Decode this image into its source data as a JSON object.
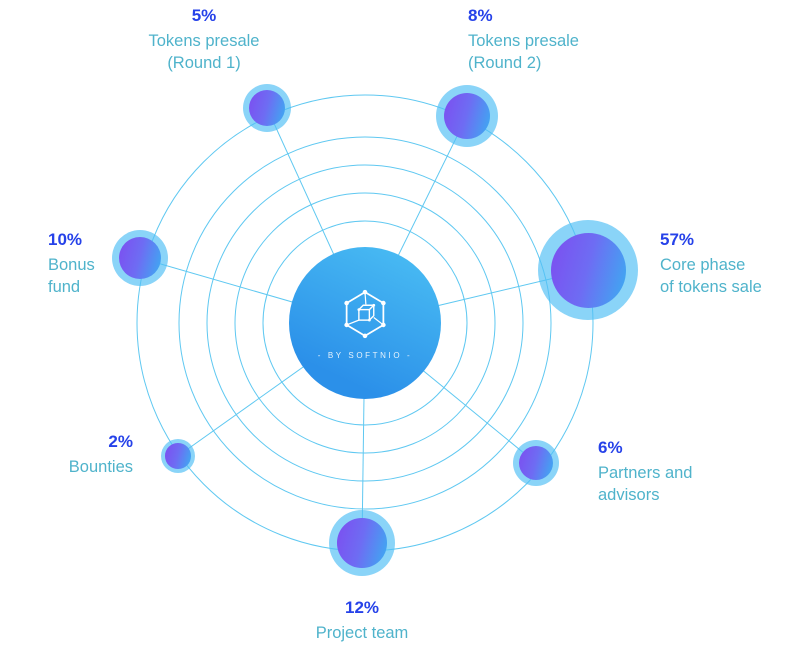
{
  "diagram": {
    "center": {
      "brand": "- BY SOFTNIO -",
      "icon": "network-hexagon-icon"
    },
    "nodes": [
      {
        "id": "presale-round-1",
        "percent": "5%",
        "label": "Tokens presale\n(Round 1)"
      },
      {
        "id": "presale-round-2",
        "percent": "8%",
        "label": "Tokens presale\n(Round 2)"
      },
      {
        "id": "core-phase",
        "percent": "57%",
        "label": "Core phase\nof tokens sale"
      },
      {
        "id": "partners",
        "percent": "6%",
        "label": "Partners and\nadvisors"
      },
      {
        "id": "project-team",
        "percent": "12%",
        "label": "Project team"
      },
      {
        "id": "bounties",
        "percent": "2%",
        "label": "Bounties"
      },
      {
        "id": "bonus-fund",
        "percent": "10%",
        "label": "Bonus\nfund"
      }
    ],
    "colors": {
      "percent_text": "#2642e9",
      "label_text": "#4fb3cb",
      "orbit_ring": "#5fc8f1",
      "node_halo": "#52c0f5",
      "node_gradient_start": "#7d4df0",
      "node_gradient_end": "#3aaef2",
      "hub_gradient_start": "#4cc0f4",
      "hub_gradient_end": "#2b90e9"
    }
  },
  "chart_data": {
    "type": "pie",
    "categories": [
      "Tokens presale (Round 1)",
      "Tokens presale (Round 2)",
      "Core phase of tokens sale",
      "Partners and advisors",
      "Project team",
      "Bounties",
      "Bonus fund"
    ],
    "values": [
      5,
      8,
      57,
      6,
      12,
      2,
      10
    ],
    "title": "",
    "xlabel": "",
    "ylabel": "",
    "legend": "none",
    "layout": "radial-orbit-bubbles, hub center (365,323), node orbit radius 228, bubble size proportional to value"
  }
}
